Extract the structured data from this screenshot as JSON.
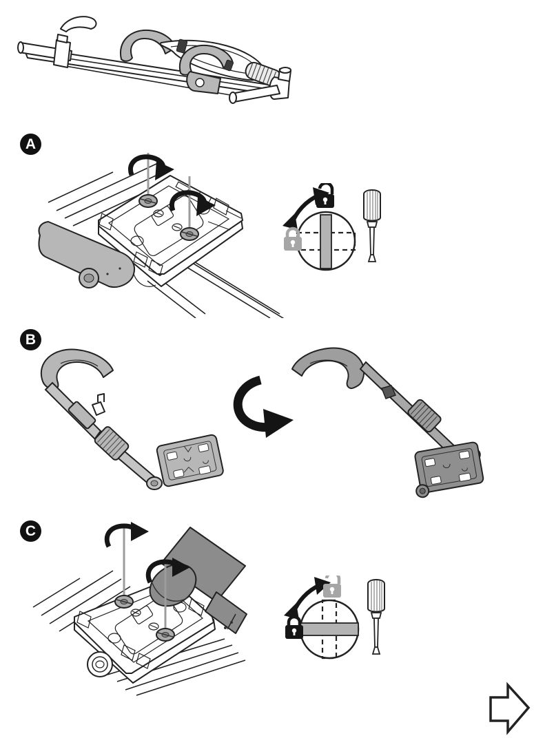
{
  "page": {
    "kind": "assembly-instruction-sheet"
  },
  "colors": {
    "line": "#222222",
    "light_gray": "#b7b7b7",
    "mid_gray": "#9e9e9e",
    "dark_gray": "#8c8c8c",
    "active_black": "#161616",
    "inactive_gray": "#a6a6a6",
    "dial_bar_gray": "#b3b3b3"
  },
  "hero": {
    "illustration": "assembled-roof-bike-carrier-folded"
  },
  "steps": [
    {
      "label": "A",
      "illustration": "base-plate-with-arm-unscrew",
      "icons": {
        "turn_arrows": "turn-screw-arrows",
        "dial": "screw-slot-vertical-solid-horizontal-dashed",
        "padlock_top": "open-padlock-active-black",
        "padlock_side": "closed-padlock-inactive-gray",
        "swing_arrow": "double-headed-rotate-arrow",
        "tool": "flathead-screwdriver"
      }
    },
    {
      "label": "B",
      "illustration": "carrier-arm-flip-180",
      "icons": {
        "flip_arrow": "rotate-arrow"
      }
    },
    {
      "label": "C",
      "illustration": "base-plate-with-arm-tighten",
      "icons": {
        "turn_arrows": "turn-screw-arrows",
        "dial": "screw-slot-horizontal-solid-vertical-dashed",
        "padlock_top": "open-padlock-inactive-gray",
        "padlock_side": "closed-padlock-active-black",
        "swing_arrow": "double-headed-rotate-arrow",
        "tool": "flathead-screwdriver"
      }
    }
  ],
  "pagination": {
    "next": "next-page-arrow"
  }
}
